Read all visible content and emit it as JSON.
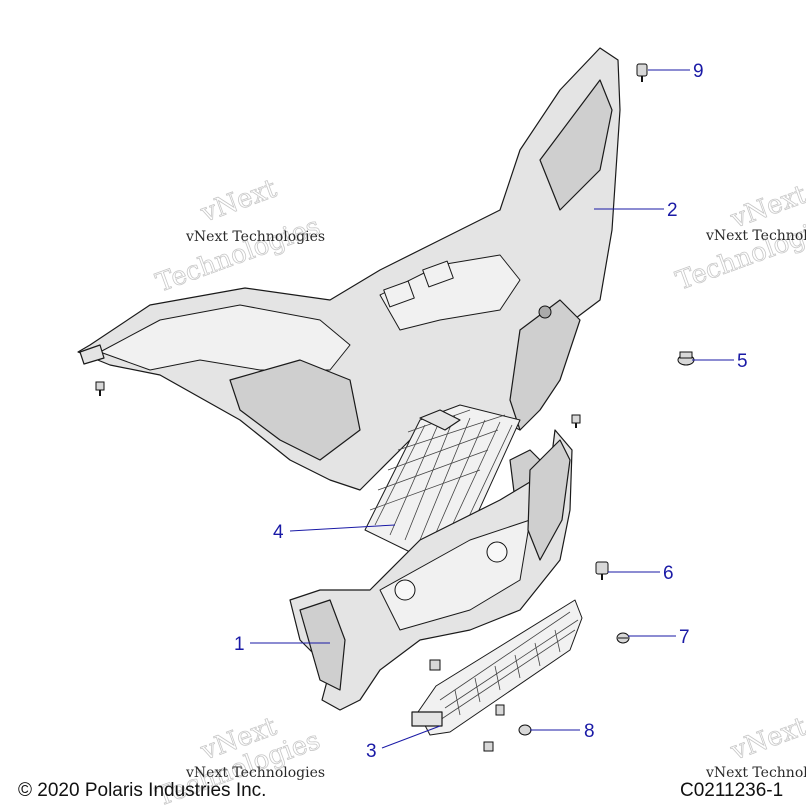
{
  "callouts": [
    {
      "id": "1",
      "label": "1"
    },
    {
      "id": "2",
      "label": "2"
    },
    {
      "id": "3",
      "label": "3"
    },
    {
      "id": "4",
      "label": "4"
    },
    {
      "id": "5",
      "label": "5"
    },
    {
      "id": "6",
      "label": "6"
    },
    {
      "id": "7",
      "label": "7"
    },
    {
      "id": "8",
      "label": "8"
    },
    {
      "id": "9",
      "label": "9"
    }
  ],
  "watermark": {
    "line1": "vNext",
    "line2": "Technologies",
    "small": "vNext Technologies"
  },
  "footer": {
    "copyright": "© 2020 Polaris Industries Inc.",
    "drawing_id": "C0211236-1"
  },
  "colors": {
    "callout": "#1a1aa6",
    "part_fill": "#e4e4e4",
    "outline": "#1a1a1a"
  }
}
